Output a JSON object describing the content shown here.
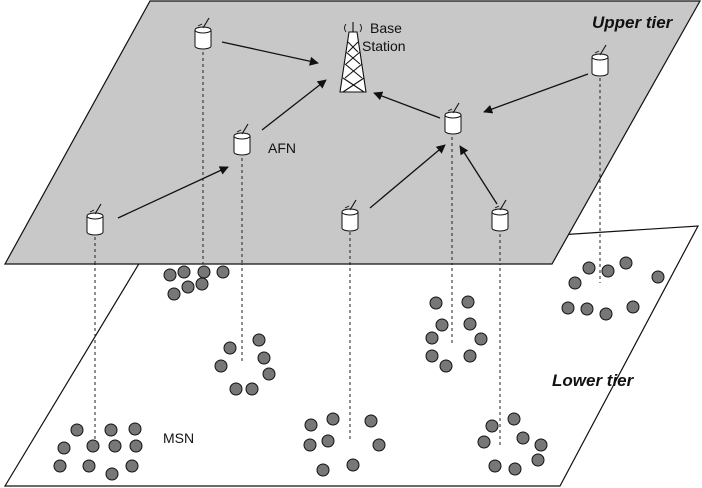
{
  "labels": {
    "upper_tier": "Upper tier",
    "lower_tier": "Lower tier",
    "base_station_line1": "Base",
    "base_station_line2": "Station",
    "afn": "AFN",
    "msn": "MSN"
  },
  "colors": {
    "upper_plane_fill": "#c8c8c8",
    "lower_plane_fill": "#ffffff",
    "sensor_fill": "#777777",
    "outline": "#111111"
  },
  "nodes": [
    {
      "id": "afn-top-left"
    },
    {
      "id": "afn-middle"
    },
    {
      "id": "afn-left"
    },
    {
      "id": "afn-center-bottom"
    },
    {
      "id": "afn-center-right"
    },
    {
      "id": "afn-bottom-right"
    },
    {
      "id": "afn-right"
    }
  ],
  "links": [
    {
      "from": "afn-top-left",
      "to": "base-station"
    },
    {
      "from": "afn-middle",
      "to": "base-station"
    },
    {
      "from": "afn-left",
      "to": "afn-middle"
    },
    {
      "from": "afn-center-right",
      "to": "base-station"
    },
    {
      "from": "afn-right",
      "to": "afn-center-right"
    },
    {
      "from": "afn-center-bottom",
      "to": "afn-center-right"
    },
    {
      "from": "afn-bottom-right",
      "to": "afn-center-right"
    }
  ]
}
